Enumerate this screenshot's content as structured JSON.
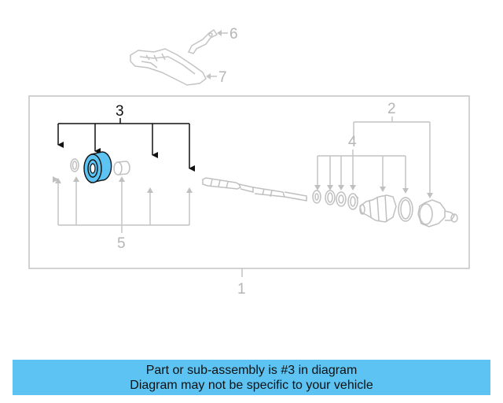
{
  "diagram": {
    "callouts": {
      "c1": "1",
      "c2": "2",
      "c3": "3",
      "c4": "4",
      "c5": "5",
      "c6": "6",
      "c7": "7"
    },
    "highlighted_part": "3",
    "colors": {
      "highlight": "#5cc3f3",
      "line_grey": "#bdbdbd",
      "line_dark": "#111111"
    }
  },
  "banner": {
    "line1": "Part or sub-assembly is #3 in diagram",
    "line2": "Diagram may not be specific to your vehicle",
    "color": "#5cc3f3"
  }
}
